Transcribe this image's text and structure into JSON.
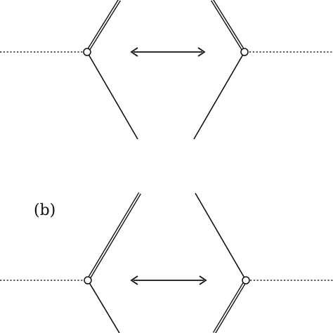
{
  "panels": [
    {
      "id": "a",
      "label": ""
    },
    {
      "id": "b",
      "label": "(b)"
    }
  ],
  "colors": {
    "ink": "#111111",
    "background": "#ffffff"
  }
}
